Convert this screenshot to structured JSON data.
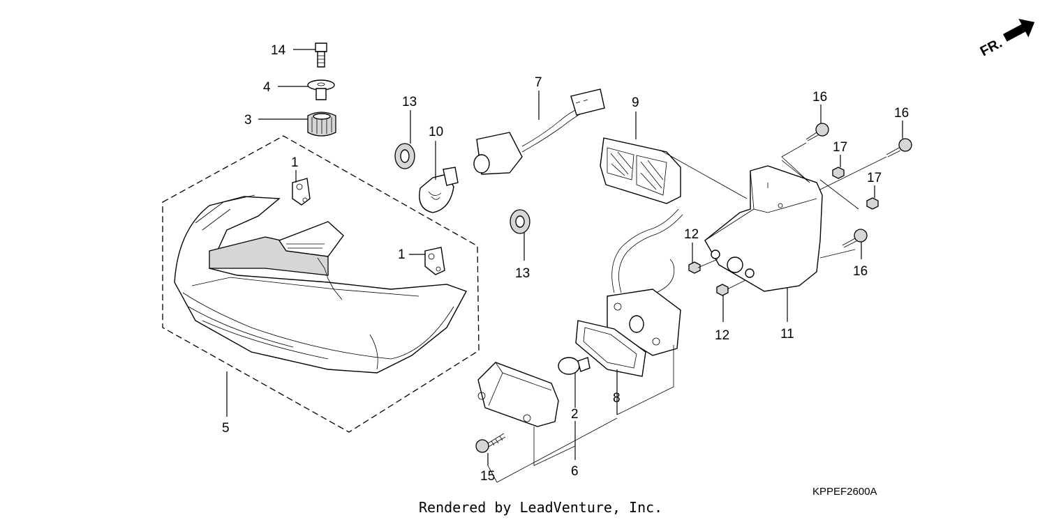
{
  "diagram": {
    "callouts": [
      {
        "id": "c14",
        "text": "14"
      },
      {
        "id": "c4",
        "text": "4"
      },
      {
        "id": "c3",
        "text": "3"
      },
      {
        "id": "c1a",
        "text": "1"
      },
      {
        "id": "c1b",
        "text": "1"
      },
      {
        "id": "c5",
        "text": "5"
      },
      {
        "id": "c13a",
        "text": "13"
      },
      {
        "id": "c10",
        "text": "10"
      },
      {
        "id": "c7",
        "text": "7"
      },
      {
        "id": "c13b",
        "text": "13"
      },
      {
        "id": "c9",
        "text": "9"
      },
      {
        "id": "c12a",
        "text": "12"
      },
      {
        "id": "c12b",
        "text": "12"
      },
      {
        "id": "c11",
        "text": "11"
      },
      {
        "id": "c16a",
        "text": "16"
      },
      {
        "id": "c16b",
        "text": "16"
      },
      {
        "id": "c17a",
        "text": "17"
      },
      {
        "id": "c17b",
        "text": "17"
      },
      {
        "id": "c16c",
        "text": "16"
      },
      {
        "id": "c8",
        "text": "8"
      },
      {
        "id": "c2",
        "text": "2"
      },
      {
        "id": "c6",
        "text": "6"
      },
      {
        "id": "c15",
        "text": "15"
      }
    ],
    "direction_label": "FR.",
    "diagram_code": "KPPEF2600A",
    "credit": "Rendered by LeadVenture, Inc."
  }
}
